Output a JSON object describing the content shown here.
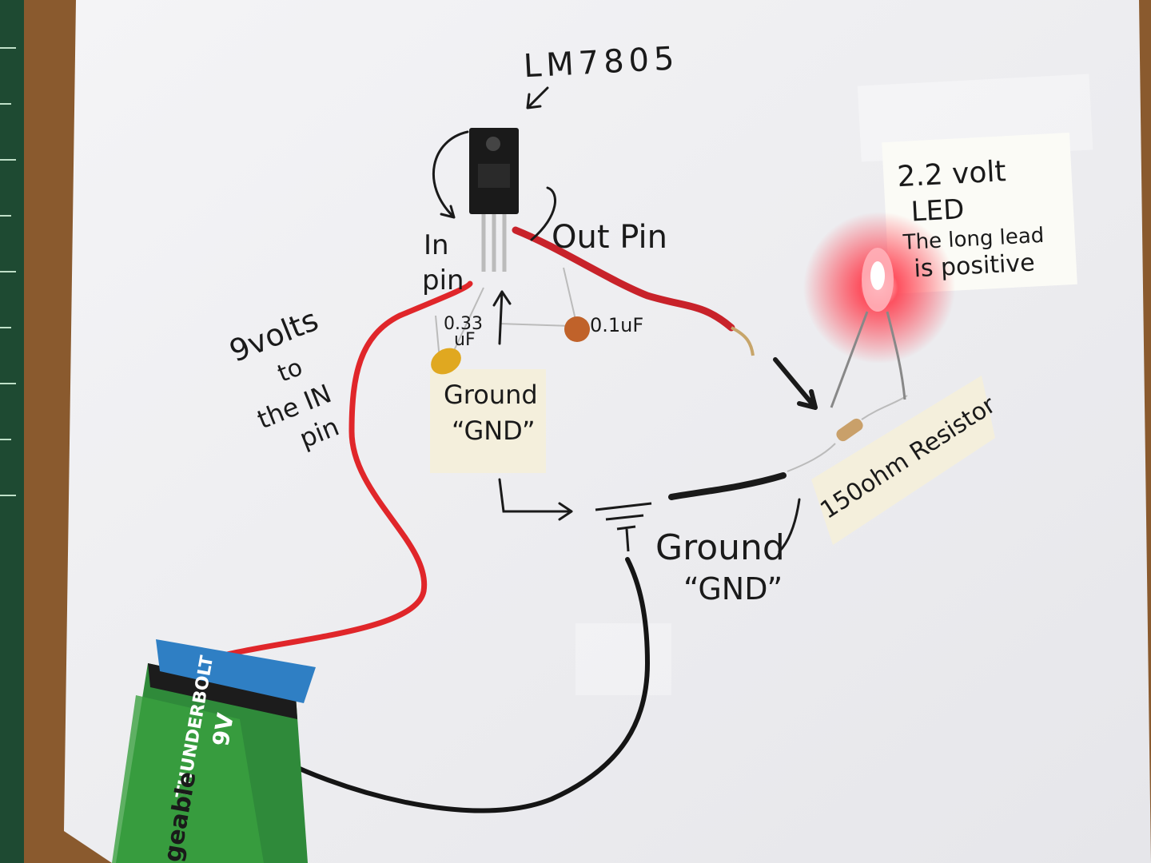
{
  "labels": {
    "regulator": "LM7805",
    "in_pin_line1": "In",
    "in_pin_line2": "pin",
    "out_pin": "Out Pin",
    "cap1_line1": "0.33",
    "cap1_line2": "uF",
    "cap2": "0.1uF",
    "battery_note_line1": "9volts",
    "battery_note_line2": "to",
    "battery_note_line3": "the IN",
    "battery_note_line4": "pin",
    "ground_note1_line1": "Ground",
    "ground_note1_line2": "“GND”",
    "ground_note2_line1": "Ground",
    "ground_note2_line2": "“GND”",
    "led_note_line1": "2.2 volt",
    "led_note_line2": "LED",
    "led_note_line3": "The long lead",
    "led_note_line4": "is positive",
    "resistor_note": "150ohm Resistor",
    "battery_brand": "THUNDERBOLT",
    "battery_voltage": "9V",
    "battery_text": "geable"
  },
  "colors": {
    "background_cutting_mat": "#1e4a32",
    "cardboard": "#8a5a2e",
    "paper": "#f2f2f4",
    "red_wire": "#e0262a",
    "black_wire": "#151515",
    "led_glow": "#ff2a3a",
    "battery_green": "#2f8a3a",
    "battery_clip_blue": "#2f7fc4",
    "regulator_body": "#1a1a1a",
    "ink": "#1a1a1a"
  },
  "icons": {
    "ground_symbol": "ground-symbol-icon",
    "led": "led-icon",
    "resistor": "resistor-icon",
    "capacitor": "ceramic-capacitor-icon",
    "battery": "9v-battery-icon",
    "regulator": "to220-regulator-icon"
  }
}
